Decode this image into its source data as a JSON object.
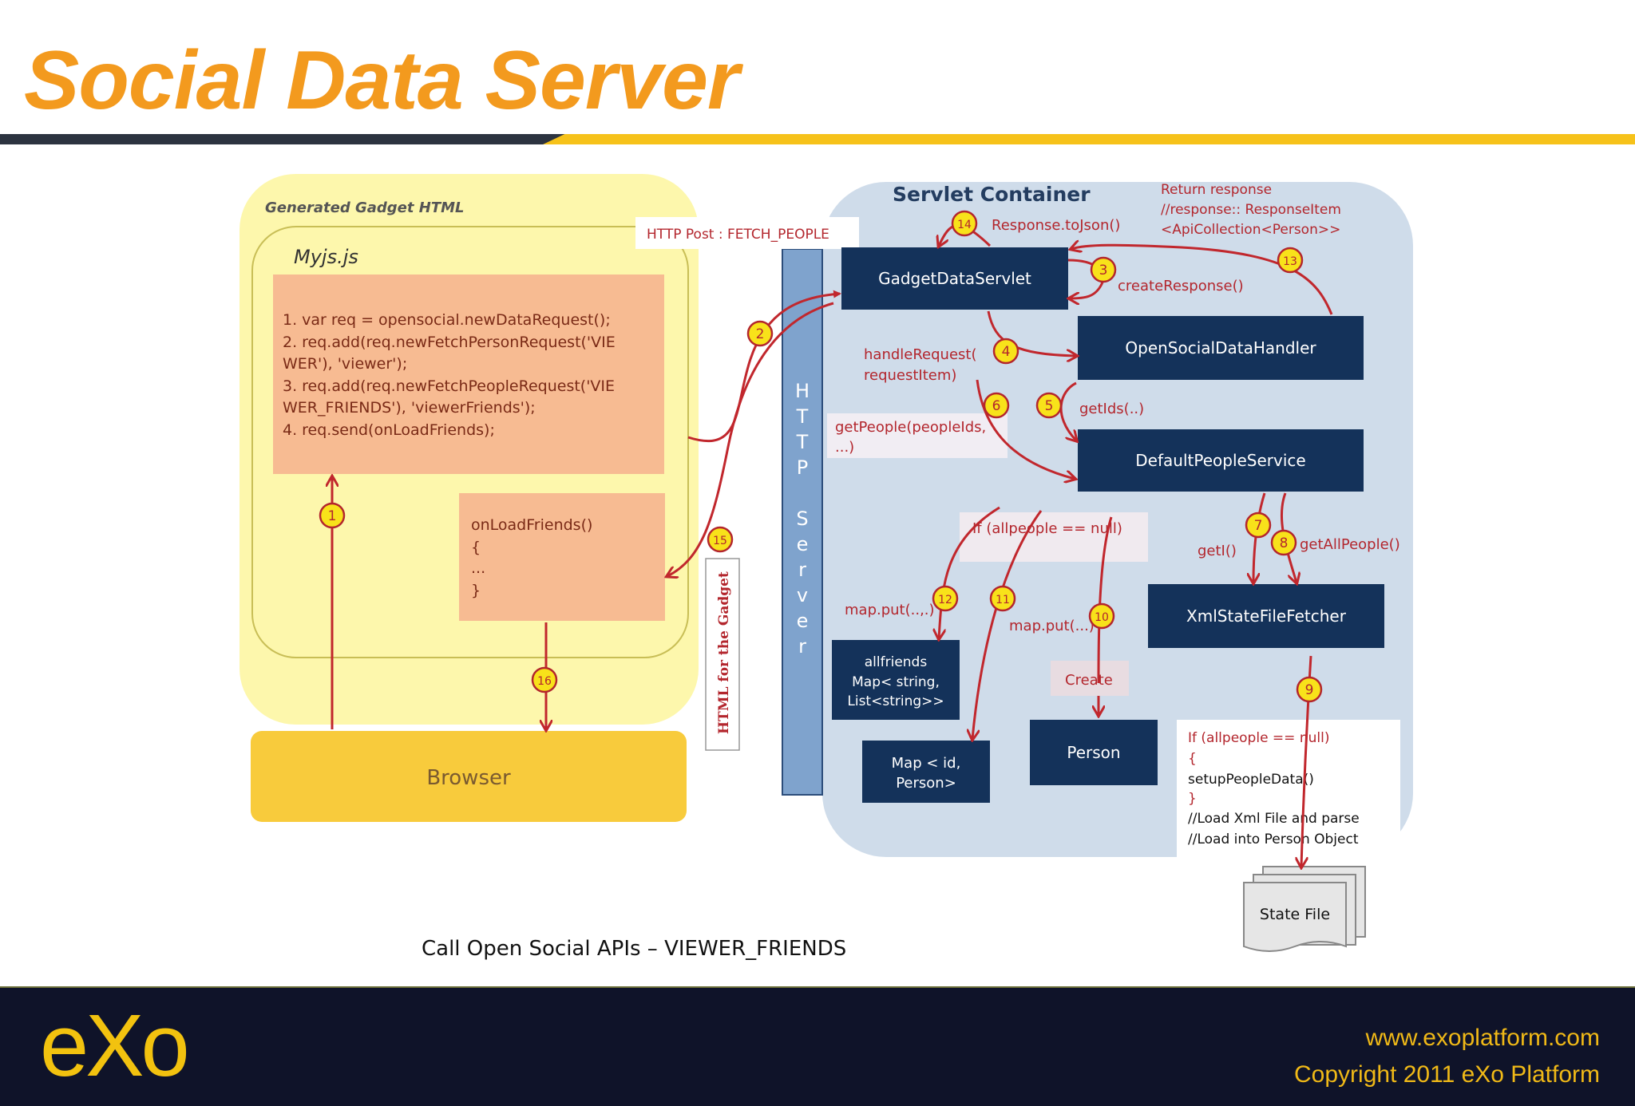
{
  "title": "Social Data Server",
  "caption": "Call Open Social APIs – VIEWER_FRIENDS",
  "footer": {
    "logo_text": "eXo",
    "url": "www.exoplatform.com",
    "copyright": "Copyright 2011 eXo Platform"
  },
  "colors": {
    "title": "#f39a1e",
    "gold_band": "#f6c21a",
    "dark_band": "#2c3340",
    "footer_bg": "#0f1329",
    "footer_text": "#f0b917",
    "node_dark": "#14325a",
    "arrow_red": "#c1272d",
    "gadget_panel": "#fdf7a8",
    "code_box": "#f7bb92",
    "browser": "#f8cb3c",
    "servlet_panel": "#cfdcea",
    "http_bar": "#7fa3cd"
  },
  "diagram": {
    "gadget_panel_label": "Generated Gadget HTML",
    "myjs_label": "Myjs.js",
    "code_lines": [
      "1.  var req = opensocial.newDataRequest();",
      "2.  req.add(req.newFetchPersonRequest('VIE",
      "     WER'), 'viewer');",
      "3.  req.add(req.newFetchPeopleRequest('VIE",
      "     WER_FRIENDS'), 'viewerFriends');",
      "4.  req.send(onLoadFriends);"
    ],
    "callback_lines": [
      "onLoadFriends()",
      "{",
      "...",
      "}"
    ],
    "browser_label": "Browser",
    "http_post_label": "HTTP Post : FETCH_PEOPLE",
    "http_server_letters": [
      "H",
      "T",
      "T",
      "P",
      "",
      "S",
      "e",
      "r",
      "v",
      "e",
      "r"
    ],
    "html_for_gadget": "HTML for the Gadget",
    "servlet_container_label": "Servlet Container",
    "return_response_lines": [
      "Return response",
      "//response:: ResponseItem",
      "<ApiCollection<Person>>"
    ],
    "nodes": {
      "gadget_data_servlet": "GadgetDataServlet",
      "open_social_data_handler": "OpenSocialDataHandler",
      "default_people_service": "DefaultPeopleService",
      "xml_state_file_fetcher": "XmlStateFileFetcher",
      "allfriends": [
        "allfriends",
        "Map< string,",
        "List<string>>"
      ],
      "map_id_person": [
        "Map < id,",
        "Person>"
      ],
      "person": "Person",
      "state_file": "State File"
    },
    "labels": {
      "response_to_json": "Response.toJson()",
      "create_response": "createResponse()",
      "handle_request": [
        "handleRequest(",
        "requestItem)"
      ],
      "get_ids": "getIds(..)",
      "get_people": [
        "getPeople(peopleIds,",
        "...)"
      ],
      "if_allpeople": "If (allpeople == null)",
      "get_i": "getI()",
      "get_all_people": "getAllPeople()",
      "map_put_12": "map.put(..,.)",
      "map_put_10": "map.put(...)",
      "create": "Create",
      "code_note_lines": [
        "If (allpeople == null)",
        "{",
        "  setupPeopleData()",
        "}",
        "//Load Xml File and parse",
        "//Load into  Person Object"
      ]
    },
    "step_numbers": [
      "1",
      "2",
      "3",
      "4",
      "5",
      "6",
      "7",
      "8",
      "9",
      "10",
      "11",
      "12",
      "13",
      "14",
      "15",
      "16"
    ]
  }
}
